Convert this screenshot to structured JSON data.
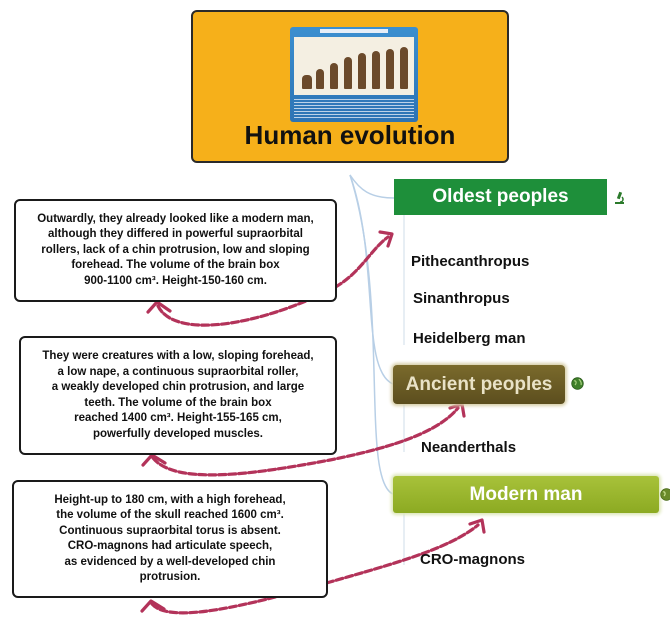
{
  "root": {
    "title": "Human evolution",
    "image_icon": "human-evolution-illustration"
  },
  "branches": [
    {
      "label": "Oldest peoples",
      "icon": "microscope-icon",
      "children": [
        "Pithecanthropus",
        "Sinanthropus",
        "Heidelberg man"
      ]
    },
    {
      "label": "Ancient peoples",
      "icon": "globe-icon",
      "children": [
        "Neanderthals"
      ]
    },
    {
      "label": "Modern man",
      "icon": "globe-icon",
      "children": [
        "CRO-magnons"
      ]
    }
  ],
  "notes": [
    {
      "lines": [
        "Outwardly, they already looked like a modern man,",
        "although they differed in powerful supraorbital",
        "rollers, lack of a chin protrusion, low and sloping",
        "forehead. The volume of the brain box",
        "900-1100 cm³. Height-150-160 cm."
      ]
    },
    {
      "lines": [
        "They were creatures with a low, sloping forehead,",
        "a low nape, a continuous supraorbital roller,",
        "a weakly developed chin protrusion, and large",
        "teeth. The volume of the brain box",
        "reached 1400 cm³. Height-155-165 cm,",
        "powerfully developed muscles."
      ]
    },
    {
      "lines": [
        "Height-up to 180 cm, with a high forehead,",
        "the volume of the skull reached 1600 cm³.",
        "Continuous supraorbital torus is absent.",
        "CRO-magnons had articulate speech,",
        "as evidenced by a well-developed chin",
        "protrusion."
      ]
    }
  ],
  "colors": {
    "root_fill": "#f6b01a",
    "oldest_fill": "#1e8f3a",
    "ancient_fill": "#6b5c24",
    "modern_fill": "#9bb52e",
    "relation_arrow": "#b3335a",
    "connector_line": "#b8cfe6"
  }
}
